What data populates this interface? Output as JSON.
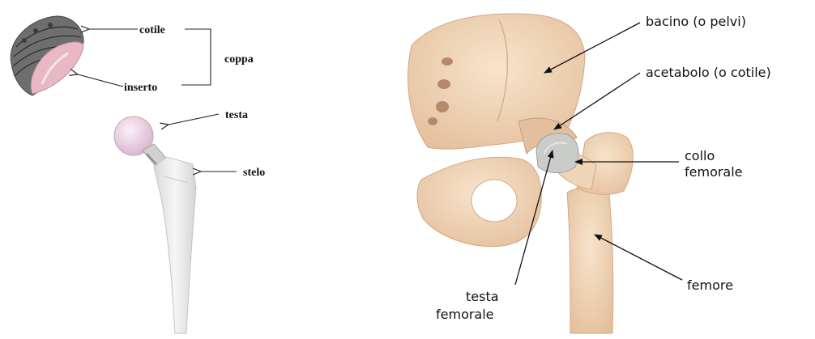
{
  "prosthesis": {
    "labels": {
      "cotile": "cotile",
      "inserto": "inserto",
      "coppa": "coppa",
      "testa": "testa",
      "stelo": "stelo"
    },
    "colors": {
      "shell": "#6e6e6e",
      "insert": "#e8b8c4",
      "head": "#edd3e6",
      "stem": "#ececec"
    }
  },
  "anatomy": {
    "labels": {
      "bacino": "bacino (o pelvi)",
      "acetabolo": "acetabolo (o cotile)",
      "collo_line1": "collo",
      "collo_line2": "femorale",
      "femore": "femore",
      "testa_line1": "testa",
      "testa_line2": "femorale"
    },
    "colors": {
      "bone": "#f2d9bd",
      "bone_shadow": "#d8ae8c",
      "cartilage": "#c9ccc8"
    }
  }
}
